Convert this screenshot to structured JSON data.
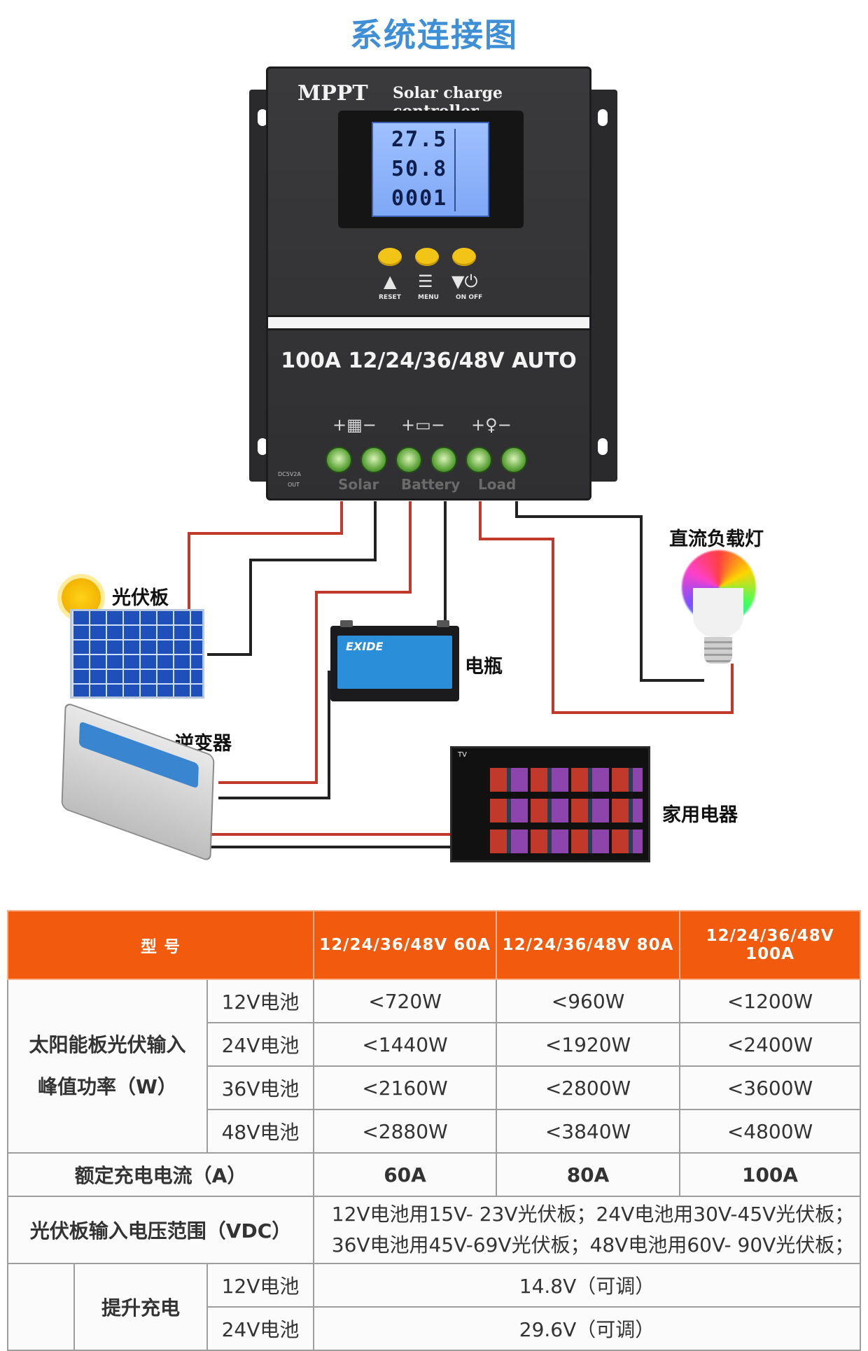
{
  "title": "系统连接图",
  "controller": {
    "brand": "MPPT",
    "subtitle": "Solar charge controller",
    "lcd": {
      "line1": "27.5",
      "line2": "50.8",
      "line3": "0001"
    },
    "buttons": [
      {
        "icon": "▲",
        "label": "RESET"
      },
      {
        "icon": "☰",
        "label": "MENU"
      },
      {
        "icon": "▼⏻",
        "label": "ON OFF"
      }
    ],
    "rating": "100A 12/24/36/48V AUTO",
    "terminal_symbols": [
      "+▦−",
      "+▭−",
      "+♀−"
    ],
    "terminal_labels": [
      "Solar",
      "Battery",
      "Load"
    ],
    "dc_label": "DC5V2A",
    "out_label": "OUT"
  },
  "devices": {
    "solar_panel": "光伏板",
    "battery": "电瓶",
    "battery_brand": "EXIDE",
    "dc_lamp": "直流负载灯",
    "inverter": "逆变器",
    "appliance": "家用电器",
    "tv_label": "TV"
  },
  "table": {
    "header": {
      "model": "型 号",
      "cols": [
        "12/24/36/48V 60A",
        "12/24/36/48V 80A",
        "12/24/36/48V 100A"
      ]
    },
    "pv_power": {
      "label_line1": "太阳能板光伏输入",
      "label_line2": "峰值功率（W）",
      "rows": [
        {
          "battery": "12V电池",
          "values": [
            "<720W",
            "<960W",
            "<1200W"
          ]
        },
        {
          "battery": "24V电池",
          "values": [
            "<1440W",
            "<1920W",
            "<2400W"
          ]
        },
        {
          "battery": "36V电池",
          "values": [
            "<2160W",
            "<2800W",
            "<3600W"
          ]
        },
        {
          "battery": "48V电池",
          "values": [
            "<2880W",
            "<3840W",
            "<4800W"
          ]
        }
      ]
    },
    "rated_current": {
      "label": "额定充电电流（A）",
      "values": [
        "60A",
        "80A",
        "100A"
      ]
    },
    "pv_voltage": {
      "label": "光伏板输入电压范围（VDC）",
      "line1": "12V电池用15V- 23V光伏板；24V电池用30V-45V光伏板；",
      "line2": "36V电池用45V-69V光伏板；48V电池用60V- 90V光伏板；"
    },
    "boost_charge": {
      "label": "提升充电",
      "rows": [
        {
          "battery": "12V电池",
          "value": "14.8V（可调）"
        },
        {
          "battery": "24V电池",
          "value": "29.6V（可调）"
        }
      ]
    }
  }
}
